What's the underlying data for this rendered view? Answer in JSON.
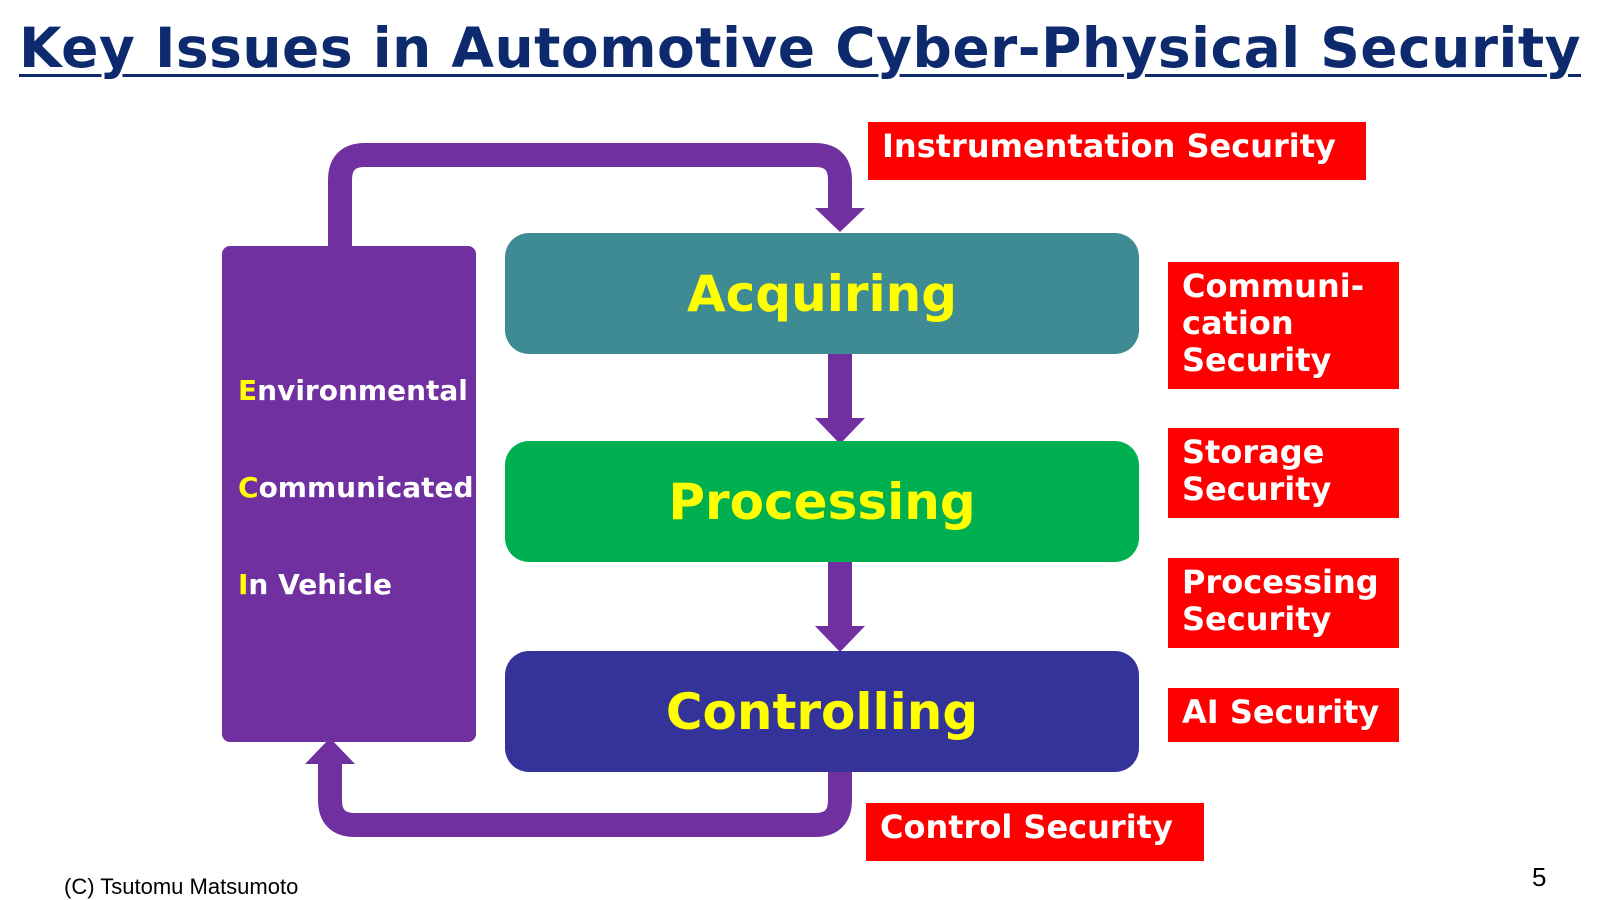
{
  "title": "Key Issues in Automotive Cyber-Physical Security",
  "environment": {
    "lines": [
      {
        "initial": "E",
        "rest": "nvironmental"
      },
      {
        "initial": "C",
        "rest": "ommunicated"
      },
      {
        "initial": "I",
        "rest": "n Vehicle"
      }
    ]
  },
  "stages": [
    {
      "label": "Acquiring",
      "color": "#3e8b93"
    },
    {
      "label": "Processing",
      "color": "#00b050"
    },
    {
      "label": "Controlling",
      "color": "#333399"
    }
  ],
  "security_labels": {
    "instrumentation": "Instrumentation Security",
    "communication": "Communi-\ncation\nSecurity",
    "storage": "Storage\nSecurity",
    "processing": "Processing\nSecurity",
    "ai": "AI Security",
    "control": "Control Security"
  },
  "colors": {
    "title": "#0d2a6e",
    "environment_box": "#7030a0",
    "arrow": "#7030a0",
    "security_box": "#ff0000",
    "stage_text": "#ffff00",
    "initial_highlight": "#ffff00"
  },
  "footer": {
    "copyright": "(C) Tsutomu Matsumoto",
    "page_number": "5"
  }
}
